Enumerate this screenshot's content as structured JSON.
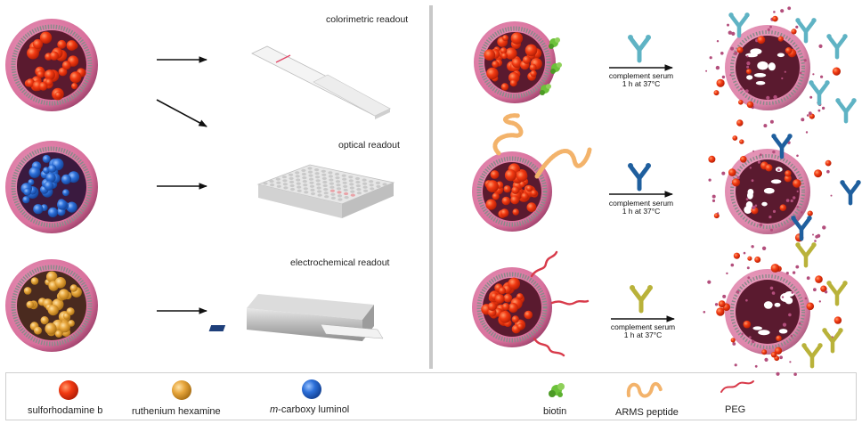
{
  "left_panel": {
    "readouts": [
      {
        "label": "colorimetric readout",
        "core_color": "#f23a12"
      },
      {
        "label": "optical readout",
        "core_color": "#2c6fd8"
      },
      {
        "label": "electrochemical readout",
        "core_color": "#e7a63c"
      }
    ]
  },
  "right_panel": {
    "reactions": [
      {
        "condition_line1": "complement serum",
        "condition_line2": "1 h at 37°C",
        "antibody_color": "#5fb3c4",
        "ligand": "biotin-icon"
      },
      {
        "condition_line1": "complement serum",
        "condition_line2": "1 h at 37°C",
        "antibody_color": "#1f5f9e",
        "ligand": "peptide-icon"
      },
      {
        "condition_line1": "complement serum",
        "condition_line2": "1 h at 37°C",
        "antibody_color": "#b9b23a",
        "ligand": "peg-icon"
      }
    ]
  },
  "legend": {
    "items": [
      {
        "label": "sulforhodamine b",
        "icon": "red-sphere-icon",
        "color": "#ef3a12"
      },
      {
        "label": "ruthenium hexamine",
        "icon": "yellow-sphere-icon",
        "color": "#f3b74a"
      },
      {
        "label_italic": "m",
        "label_rest": "-carboxy luminol",
        "icon": "blue-sphere-icon",
        "color": "#2c74e0"
      },
      {
        "label": "biotin",
        "icon": "biotin-icon",
        "color": "#6cc23a"
      },
      {
        "label": "ARMS peptide",
        "icon": "peptide-icon",
        "color": "#f3b36b"
      },
      {
        "label": "PEG",
        "icon": "peg-icon",
        "color": "#d83a4a"
      }
    ]
  },
  "colors": {
    "membrane": "#d9719d",
    "membrane_dark": "#b34e7c",
    "bilayer": "#9a9a9a",
    "interior": "#7a2a4a",
    "arrow": "#111111"
  }
}
